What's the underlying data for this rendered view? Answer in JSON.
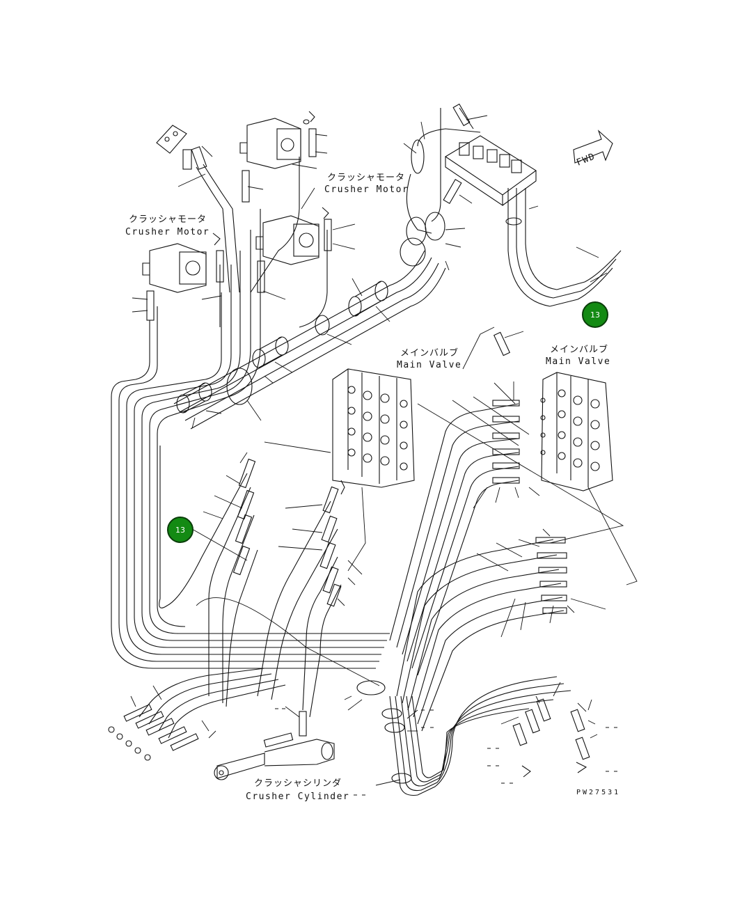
{
  "labels": {
    "crusher_motor_top_jp": "クラッシャモータ",
    "crusher_motor_top_en": "Crusher Motor",
    "crusher_motor_left_jp": "クラッシャモータ",
    "crusher_motor_left_en": "Crusher Motor",
    "main_valve_left_jp": "メインバルブ",
    "main_valve_left_en": "Main Valve",
    "main_valve_right_jp": "メインバルブ",
    "main_valve_right_en": "Main Valve",
    "crusher_cylinder_jp": "クラッシャシリンダ",
    "crusher_cylinder_en": "Crusher Cylinder",
    "fwd": "FWD",
    "drawing_code": "PW27531"
  },
  "callouts": [
    {
      "number": "13",
      "color": "#138a13"
    },
    {
      "number": "13",
      "color": "#138a13"
    }
  ]
}
